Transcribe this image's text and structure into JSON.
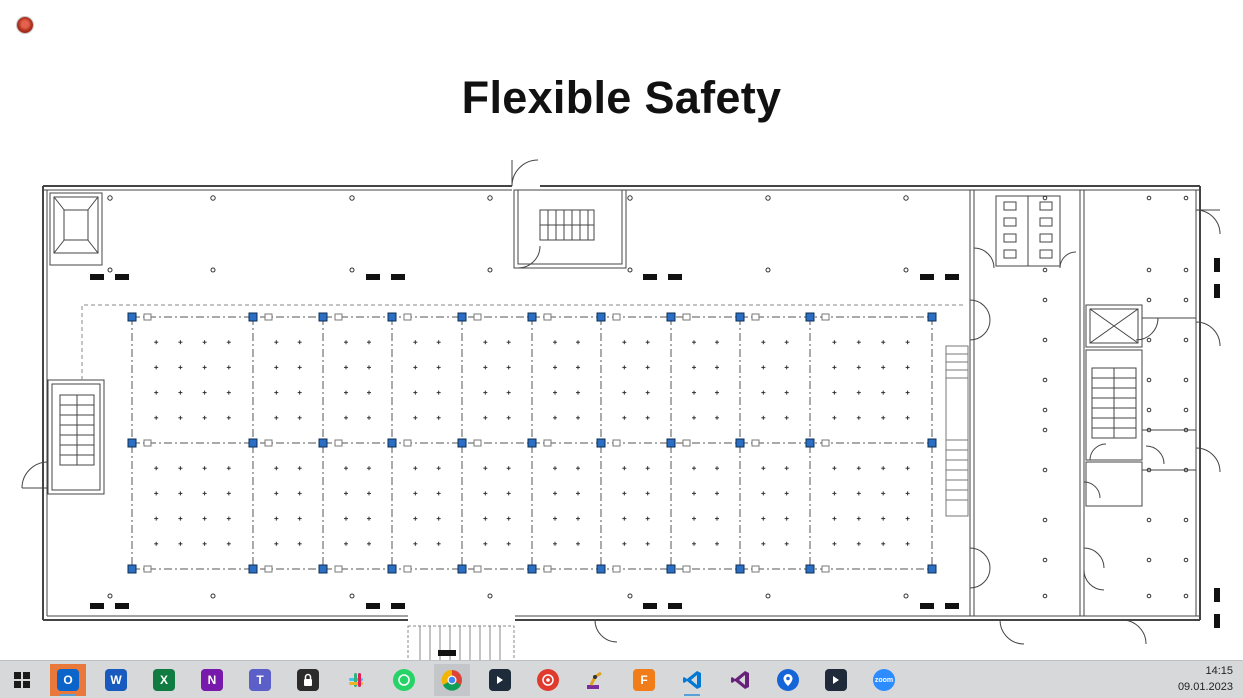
{
  "slide": {
    "title": "Flexible Safety"
  },
  "taskbar": {
    "apps": [
      {
        "name": "start-button",
        "icon": "windows-logo-icon",
        "active": false
      },
      {
        "name": "outlook",
        "icon": "outlook-icon",
        "letter": "O",
        "color": "#0a64c9",
        "active": true
      },
      {
        "name": "word",
        "icon": "word-icon",
        "letter": "W",
        "color": "#185abd",
        "active": false
      },
      {
        "name": "excel",
        "icon": "excel-icon",
        "letter": "X",
        "color": "#107c41",
        "active": false
      },
      {
        "name": "onenote",
        "icon": "onenote-icon",
        "letter": "N",
        "color": "#7719aa",
        "active": false
      },
      {
        "name": "teams",
        "icon": "teams-icon",
        "letter": "T",
        "color": "#5b5fc7",
        "active": false
      },
      {
        "name": "lock-app",
        "icon": "lock-icon",
        "color": "#2b2b2b",
        "active": false
      },
      {
        "name": "slack",
        "icon": "slack-icon",
        "color": "#ffffff",
        "active": false
      },
      {
        "name": "whatsapp",
        "icon": "whatsapp-icon",
        "color": "#25d366",
        "active": false
      },
      {
        "name": "chrome",
        "icon": "chrome-icon",
        "color": "#4285f4",
        "active": false,
        "selected": true
      },
      {
        "name": "app-dark-arrow",
        "icon": "arrow-app-icon",
        "color": "#1d2b3a",
        "active": false
      },
      {
        "name": "red-target-app",
        "icon": "target-icon",
        "color": "#e03a2f",
        "active": false
      },
      {
        "name": "robot-app",
        "icon": "robot-arm-icon",
        "color": "#e0a020",
        "active": false
      },
      {
        "name": "fusion-360",
        "icon": "fusion-icon",
        "letter": "F",
        "color": "#f07d1a",
        "active": false
      },
      {
        "name": "vs-code",
        "icon": "vscode-icon",
        "color": "#0078d4",
        "active": false,
        "running": true
      },
      {
        "name": "visual-studio",
        "icon": "visual-studio-icon",
        "color": "#68217a",
        "active": false
      },
      {
        "name": "maps-app",
        "icon": "map-pin-icon",
        "color": "#1565d8",
        "active": false
      },
      {
        "name": "flow-app",
        "icon": "flow-icon",
        "color": "#1f2a3a",
        "active": false
      },
      {
        "name": "zoom",
        "icon": "zoom-icon",
        "letter": "zoom",
        "color": "#2d8cff",
        "active": false
      }
    ],
    "clock": {
      "time": "14:15",
      "date": "09.01.2023"
    }
  },
  "colors": {
    "column_blue": "#2a6fc4",
    "wall_dark": "#444444",
    "taskbar_bg": "#d7d8da"
  }
}
